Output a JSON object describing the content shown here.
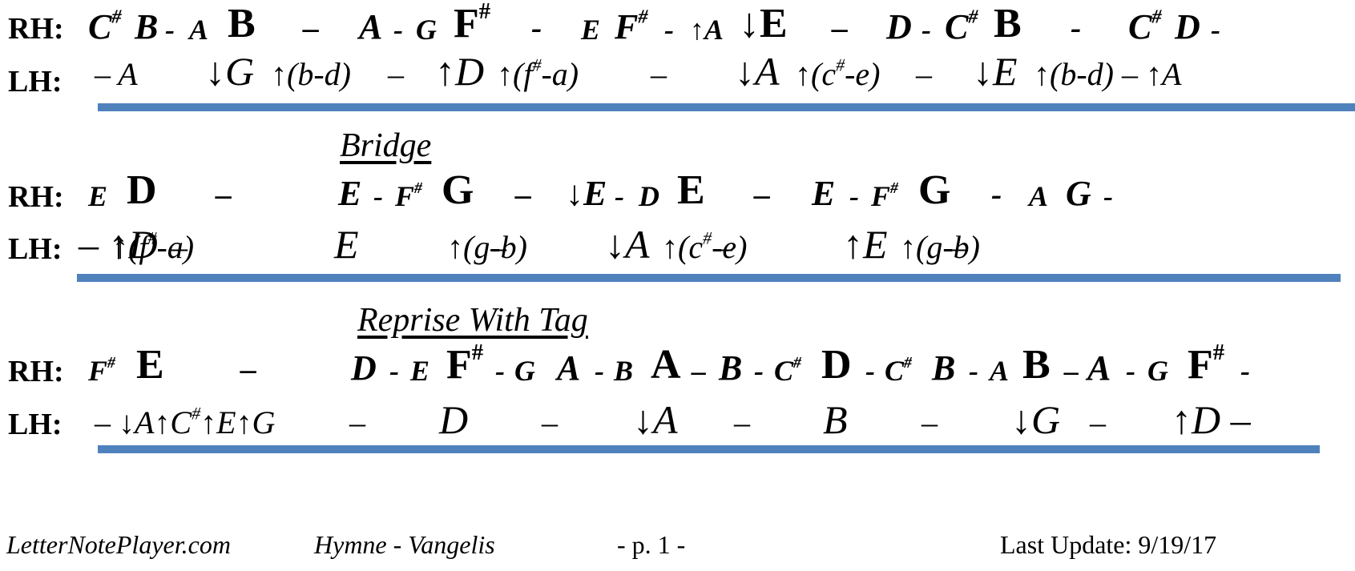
{
  "hand_labels": {
    "rh": "RH:",
    "lh": "LH:"
  },
  "accent_color": "#4f81bd",
  "headings": {
    "bridge": "Bridge",
    "reprise": "Reprise With Tag"
  },
  "line1": {
    "rh": [
      {
        "t": "C",
        "s": "#",
        "k": "med"
      },
      {
        "t": "B",
        "k": "med"
      },
      {
        "t": "-",
        "k": "sm"
      },
      {
        "t": "A",
        "k": "sm"
      },
      {
        "t": "B",
        "k": "big"
      },
      {
        "t": "–",
        "k": "dash"
      },
      {
        "t": "A",
        "k": "med"
      },
      {
        "t": "-",
        "k": "sm"
      },
      {
        "t": "G",
        "k": "sm"
      },
      {
        "t": "F",
        "s": "#",
        "k": "big"
      },
      {
        "t": "-",
        "k": "dash"
      },
      {
        "t": "E",
        "k": "sm"
      },
      {
        "t": "F",
        "s": "#",
        "k": "med"
      },
      {
        "t": "-",
        "k": "sm"
      },
      {
        "t": "↑A",
        "k": "sm"
      },
      {
        "t": "↓E",
        "k": "big"
      },
      {
        "t": "–",
        "k": "dash"
      },
      {
        "t": "D",
        "k": "med"
      },
      {
        "t": "-",
        "k": "sm"
      },
      {
        "t": "C",
        "s": "#",
        "k": "med"
      },
      {
        "t": "B",
        "k": "big"
      },
      {
        "t": "-",
        "k": "dash"
      },
      {
        "t": "C",
        "s": "#",
        "k": "med"
      },
      {
        "t": "D",
        "k": "med"
      },
      {
        "t": "-",
        "k": "sm"
      }
    ],
    "lh": [
      {
        "t": "– A",
        "k": "lhm"
      },
      {
        "t": "↓G",
        "k": "lhb"
      },
      {
        "t": "↑(b-d)",
        "k": "lhm"
      },
      {
        "t": "–",
        "k": "lhm"
      },
      {
        "t": "↑D",
        "k": "lhb"
      },
      {
        "t": "↑(f",
        "s": "#",
        "a": "-a)",
        "k": "lhm"
      },
      {
        "t": "–",
        "k": "lhm"
      },
      {
        "t": "↓A",
        "k": "lhb"
      },
      {
        "t": "↑(c",
        "s": "#",
        "a": "-e)",
        "k": "lhm"
      },
      {
        "t": "–",
        "k": "lhm"
      },
      {
        "t": "↓E",
        "k": "lhb"
      },
      {
        "t": "↑(b-d) – ↑A",
        "k": "lhm"
      }
    ]
  },
  "line2": {
    "rh": [
      {
        "t": "E",
        "k": "sm"
      },
      {
        "t": "D",
        "k": "big"
      },
      {
        "t": "–",
        "k": "dash"
      },
      {
        "t": "E",
        "k": "med"
      },
      {
        "t": "-",
        "k": "sm"
      },
      {
        "t": "F",
        "s": "#",
        "k": "sm"
      },
      {
        "t": "G",
        "k": "big"
      },
      {
        "t": "–",
        "k": "dash"
      },
      {
        "t": "↓E",
        "k": "med"
      },
      {
        "t": "-",
        "k": "sm"
      },
      {
        "t": "D",
        "k": "sm"
      },
      {
        "t": "E",
        "k": "big"
      },
      {
        "t": "–",
        "k": "dash"
      },
      {
        "t": "E",
        "k": "med"
      },
      {
        "t": "-",
        "k": "sm"
      },
      {
        "t": "F",
        "s": "#",
        "k": "sm"
      },
      {
        "t": "G",
        "k": "big"
      },
      {
        "t": "-",
        "k": "dash"
      },
      {
        "t": "A",
        "k": "sm"
      },
      {
        "t": "G",
        "k": "med"
      },
      {
        "t": "-",
        "k": "sm"
      }
    ],
    "lh": [
      {
        "t": "– ↑D",
        "k": "lhb"
      },
      {
        "t": "↑(f",
        "s": "#",
        "a": "-a)",
        "k": "lhm"
      },
      {
        "t": "–",
        "k": "lhm"
      },
      {
        "t": "E",
        "k": "lhb"
      },
      {
        "t": "↑(g-b)",
        "k": "lhm"
      },
      {
        "t": "–",
        "k": "lhm"
      },
      {
        "t": "↓A",
        "k": "lhb"
      },
      {
        "t": "↑(c",
        "s": "#",
        "a": "-e)",
        "k": "lhm"
      },
      {
        "t": "–",
        "k": "lhm"
      },
      {
        "t": "↑E",
        "k": "lhb"
      },
      {
        "t": "↑(g-b)",
        "k": "lhm"
      },
      {
        "t": "–",
        "k": "lhm"
      }
    ]
  },
  "line3": {
    "rh": [
      {
        "t": "F",
        "s": "#",
        "k": "sm"
      },
      {
        "t": "E",
        "k": "big"
      },
      {
        "t": "–",
        "k": "dash"
      },
      {
        "t": "D",
        "k": "med"
      },
      {
        "t": "-",
        "k": "sm"
      },
      {
        "t": "E",
        "k": "sm"
      },
      {
        "t": "F",
        "s": "#",
        "k": "big"
      },
      {
        "t": "-",
        "k": "sm"
      },
      {
        "t": "G",
        "k": "sm"
      },
      {
        "t": "A",
        "k": "med"
      },
      {
        "t": "-",
        "k": "sm"
      },
      {
        "t": "B",
        "k": "sm"
      },
      {
        "t": "A",
        "k": "big"
      },
      {
        "t": "–",
        "k": "sm"
      },
      {
        "t": "B",
        "k": "med"
      },
      {
        "t": "-",
        "k": "sm"
      },
      {
        "t": "C",
        "s": "#",
        "k": "sm"
      },
      {
        "t": "D",
        "k": "big"
      },
      {
        "t": "-",
        "k": "sm"
      },
      {
        "t": "C",
        "s": "#",
        "k": "sm"
      },
      {
        "t": "B",
        "k": "med"
      },
      {
        "t": "-",
        "k": "sm"
      },
      {
        "t": "A",
        "k": "sm"
      },
      {
        "t": "B",
        "k": "big"
      },
      {
        "t": "–",
        "k": "sm"
      },
      {
        "t": "A",
        "k": "med"
      },
      {
        "t": "-",
        "k": "sm"
      },
      {
        "t": "G",
        "k": "sm"
      },
      {
        "t": "F",
        "s": "#",
        "k": "big"
      },
      {
        "t": "-",
        "k": "sm"
      }
    ],
    "lh": [
      {
        "t": "– ↓A↑C",
        "s": "#",
        "a": "↑E↑G",
        "k": "lhm"
      },
      {
        "t": "–",
        "k": "lhm"
      },
      {
        "t": "D",
        "k": "lhb"
      },
      {
        "t": "–",
        "k": "lhm"
      },
      {
        "t": "↓A",
        "k": "lhb"
      },
      {
        "t": "–",
        "k": "lhm"
      },
      {
        "t": "B",
        "k": "lhb"
      },
      {
        "t": "–",
        "k": "lhm"
      },
      {
        "t": "↓G",
        "k": "lhb"
      },
      {
        "t": "–",
        "k": "lhm"
      },
      {
        "t": "↑D –",
        "k": "lhb"
      }
    ]
  },
  "footer": {
    "site": "LetterNotePlayer.com",
    "title": "Hymne - Vangelis",
    "page": "- p.  1 -",
    "update": "Last Update: 9/19/17"
  }
}
